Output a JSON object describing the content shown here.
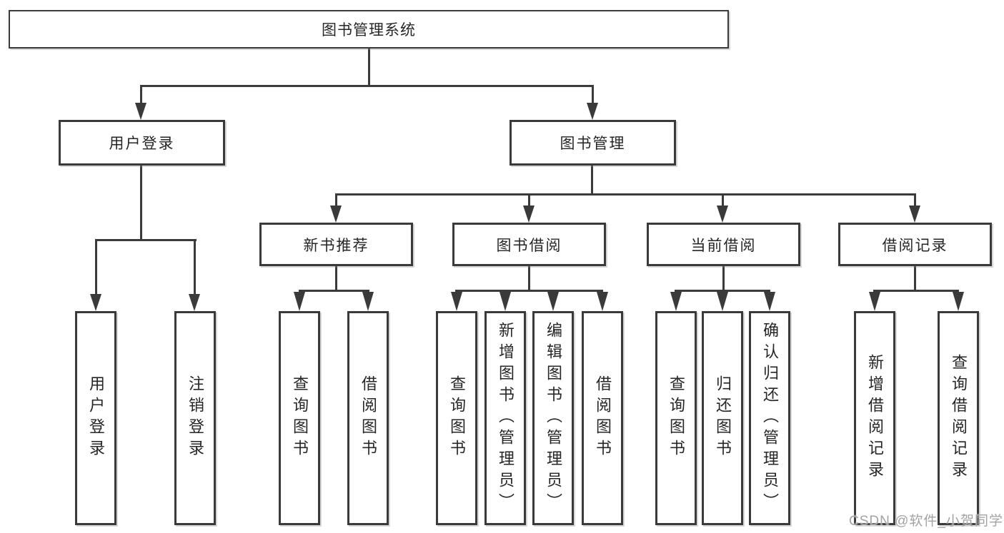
{
  "diagram": {
    "root": {
      "label": "图书管理系统"
    },
    "branches": [
      {
        "label": "用户登录",
        "children": [
          {
            "label": "用户登录"
          },
          {
            "label": "注销登录"
          }
        ]
      },
      {
        "label": "图书管理",
        "children": [
          {
            "label": "新书推荐",
            "children": [
              {
                "label": "查询图书"
              },
              {
                "label": "借阅图书"
              }
            ]
          },
          {
            "label": "图书借阅",
            "children": [
              {
                "label": "查询图书"
              },
              {
                "label": "新增图书（管理员）"
              },
              {
                "label": "编辑图书（管理员）"
              },
              {
                "label": "借阅图书"
              }
            ]
          },
          {
            "label": "当前借阅",
            "children": [
              {
                "label": "查询图书"
              },
              {
                "label": "归还图书"
              },
              {
                "label": "确认归还（管理员）"
              }
            ]
          },
          {
            "label": "借阅记录",
            "children": [
              {
                "label": "新增借阅记录"
              },
              {
                "label": "查询借阅记录"
              }
            ]
          }
        ]
      }
    ],
    "watermark": "CSDN @软件_小贺同学",
    "colors": {
      "line": "#3a3a3a",
      "background": "#ffffff",
      "text": "#262626",
      "watermark": "#a3a3a3"
    }
  }
}
